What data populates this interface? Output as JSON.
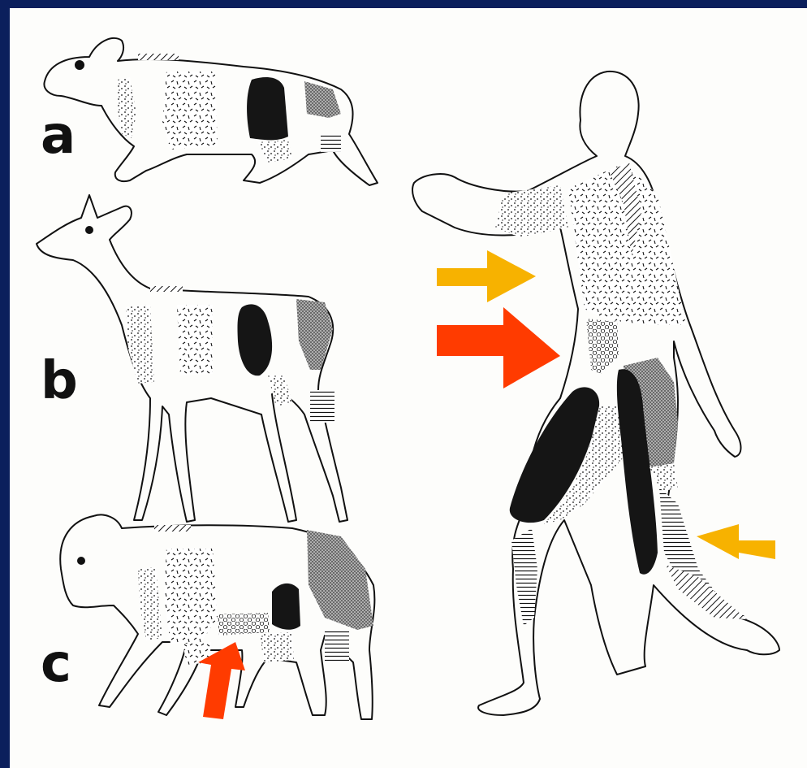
{
  "panels": [
    {
      "label": "a",
      "subject": "rodent"
    },
    {
      "label": "b",
      "subject": "deer"
    },
    {
      "label": "c",
      "subject": "big-cat"
    },
    {
      "subject": "human"
    }
  ],
  "colors": {
    "frame": "#0b1f5c",
    "background": "#fdfdfb",
    "ink": "#111111",
    "dark_muscle": "#151515",
    "cross_hatch": "#5a5a5a",
    "arrow_orange": "#f7b200",
    "arrow_red": "#ff3b00"
  },
  "texture_legend": [
    "fine-stipple",
    "dash-stipple",
    "solid-black",
    "cross-hatch",
    "horizontal-lines",
    "diagonal-hatch",
    "hexagonal-mesh"
  ],
  "arrows": [
    {
      "color": "orange",
      "direction": "right",
      "target": "human-chest"
    },
    {
      "color": "red",
      "direction": "down-right",
      "target": "human-waist"
    },
    {
      "color": "orange",
      "direction": "left",
      "target": "human-calf"
    },
    {
      "color": "red",
      "direction": "up",
      "target": "cat-belly"
    }
  ]
}
